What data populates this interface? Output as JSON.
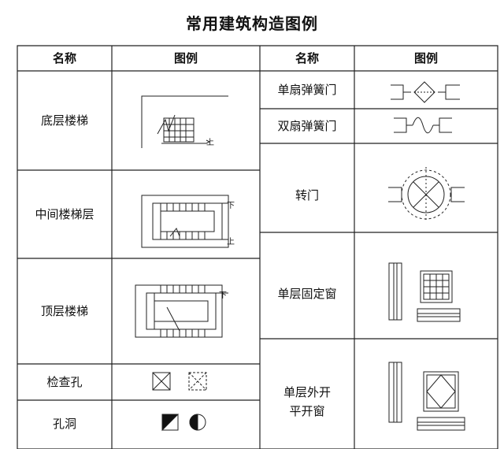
{
  "title": "常用建筑构造图例",
  "headers": {
    "name": "名称",
    "legend": "图例"
  },
  "left_rows": [
    {
      "name": "底层楼梯",
      "up": "上"
    },
    {
      "name": "中间楼梯层",
      "down": "下",
      "up": "上"
    },
    {
      "name": "顶层楼梯",
      "down": "下"
    },
    {
      "name": "检查孔"
    },
    {
      "name": "孔洞"
    }
  ],
  "right_rows": [
    {
      "name": "单扇弹簧门"
    },
    {
      "name": "双扇弹簧门"
    },
    {
      "name": "转门"
    },
    {
      "name": "单层固定窗"
    },
    {
      "name_line1": "单层外开",
      "name_line2": "平开窗"
    }
  ]
}
